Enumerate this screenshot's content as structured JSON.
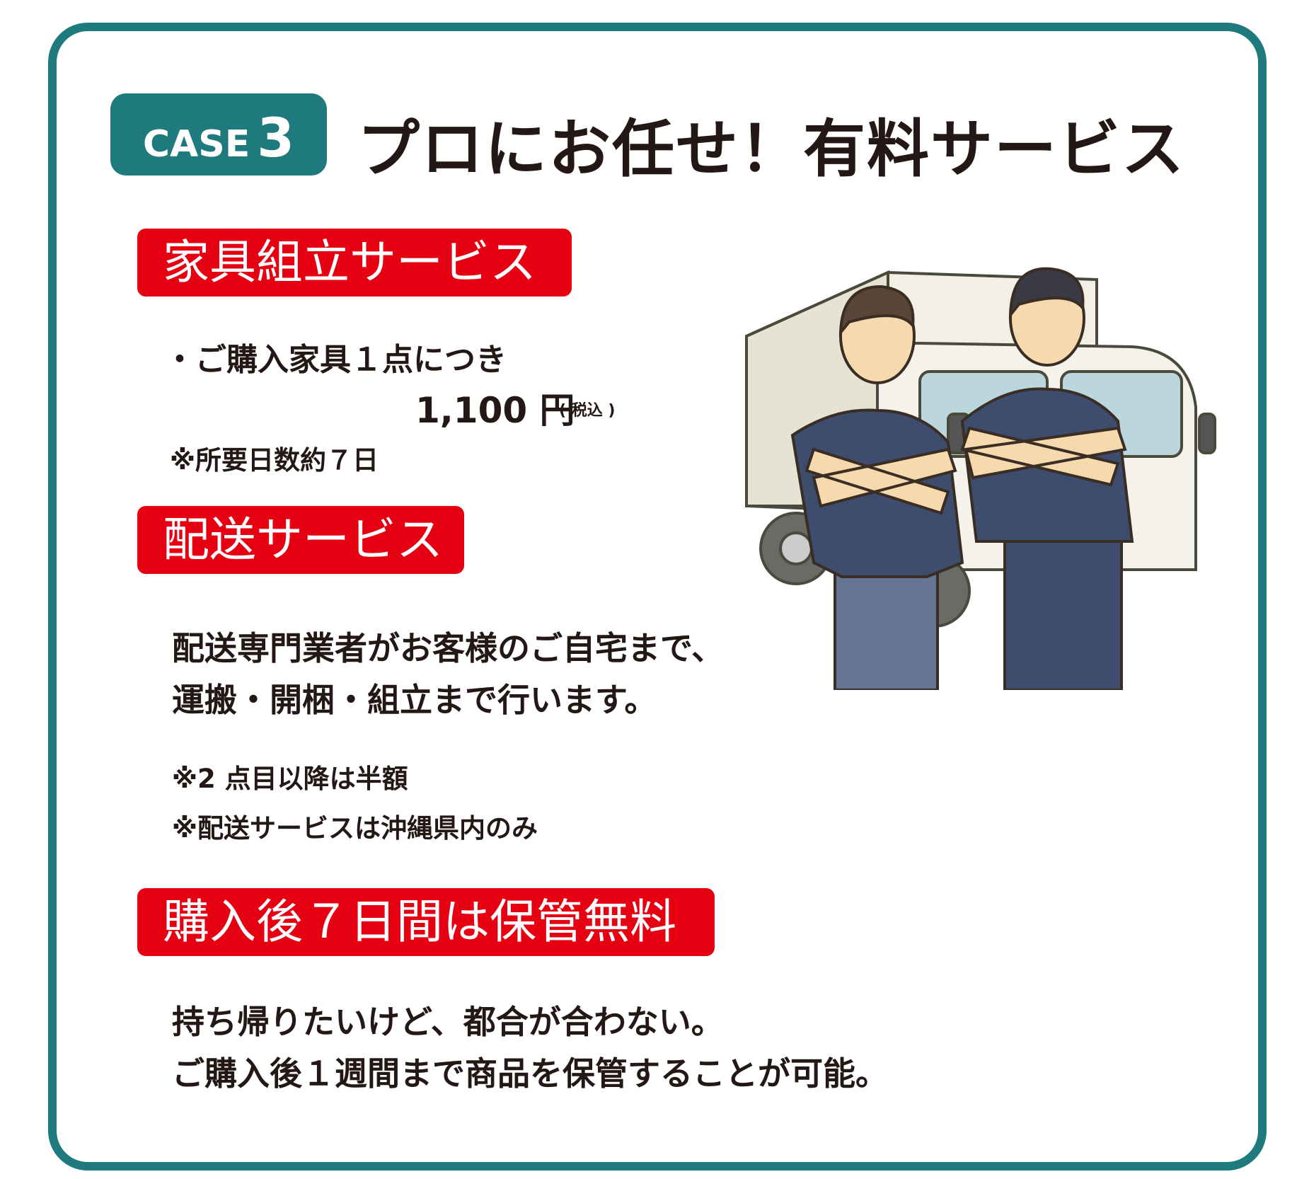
{
  "header": {
    "badge_label": "CASE",
    "badge_number": "3",
    "title": "プロにお任せ！有料サービス"
  },
  "sections": [
    {
      "heading": "家具組立サービス",
      "bullet": "・ご購入家具１点につき",
      "price": "1,100 円",
      "tax_note": "( 税込 )",
      "note": "※所要日数約７日"
    },
    {
      "heading": "配送サービス",
      "lines": [
        "配送専門業者がお客様のご自宅まで、",
        "運搬・開梱・組立まで行います。"
      ],
      "notes": [
        "※2 点目以降は半額",
        "※配送サービスは沖縄県内のみ"
      ]
    },
    {
      "heading": "購入後７日間は保管無料",
      "lines": [
        "持ち帰りたいけど、都合が合わない。",
        "ご購入後１週間まで商品を保管することが可能。"
      ]
    }
  ],
  "colors": {
    "frame": "#1e7a7c",
    "heading_bg": "#e50012",
    "text": "#231815"
  },
  "illustration": "delivery-truck-with-two-workers"
}
